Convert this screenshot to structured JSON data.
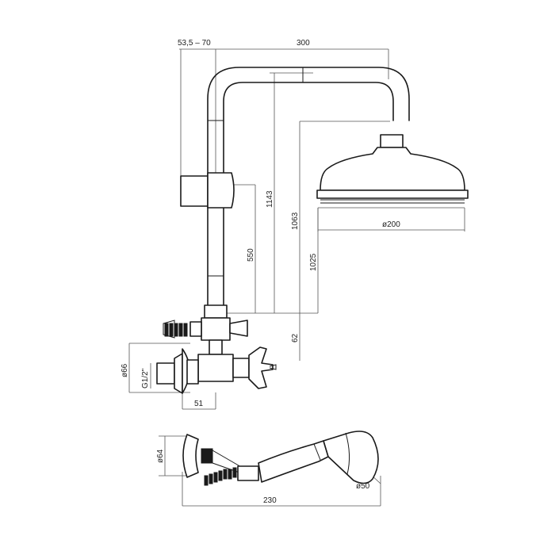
{
  "dimensions": {
    "bracket_range": "53,5 – 70",
    "arm_reach": "300",
    "total_height": "1143",
    "head_height": "1063",
    "outlet_height": "1025",
    "slider_height": "550",
    "valve_offset": "62",
    "head_diameter": "ø200",
    "flange_diameter": "ø66",
    "thread_size": "G1/2\"",
    "wall_projection": "51",
    "handshower_length": "230",
    "handshower_hanger_diameter": "ø64",
    "handshower_head_diameter": "ø50"
  },
  "colors": {
    "line": "#1a1a1a",
    "dimension_line": "#555555",
    "background": "#ffffff"
  }
}
